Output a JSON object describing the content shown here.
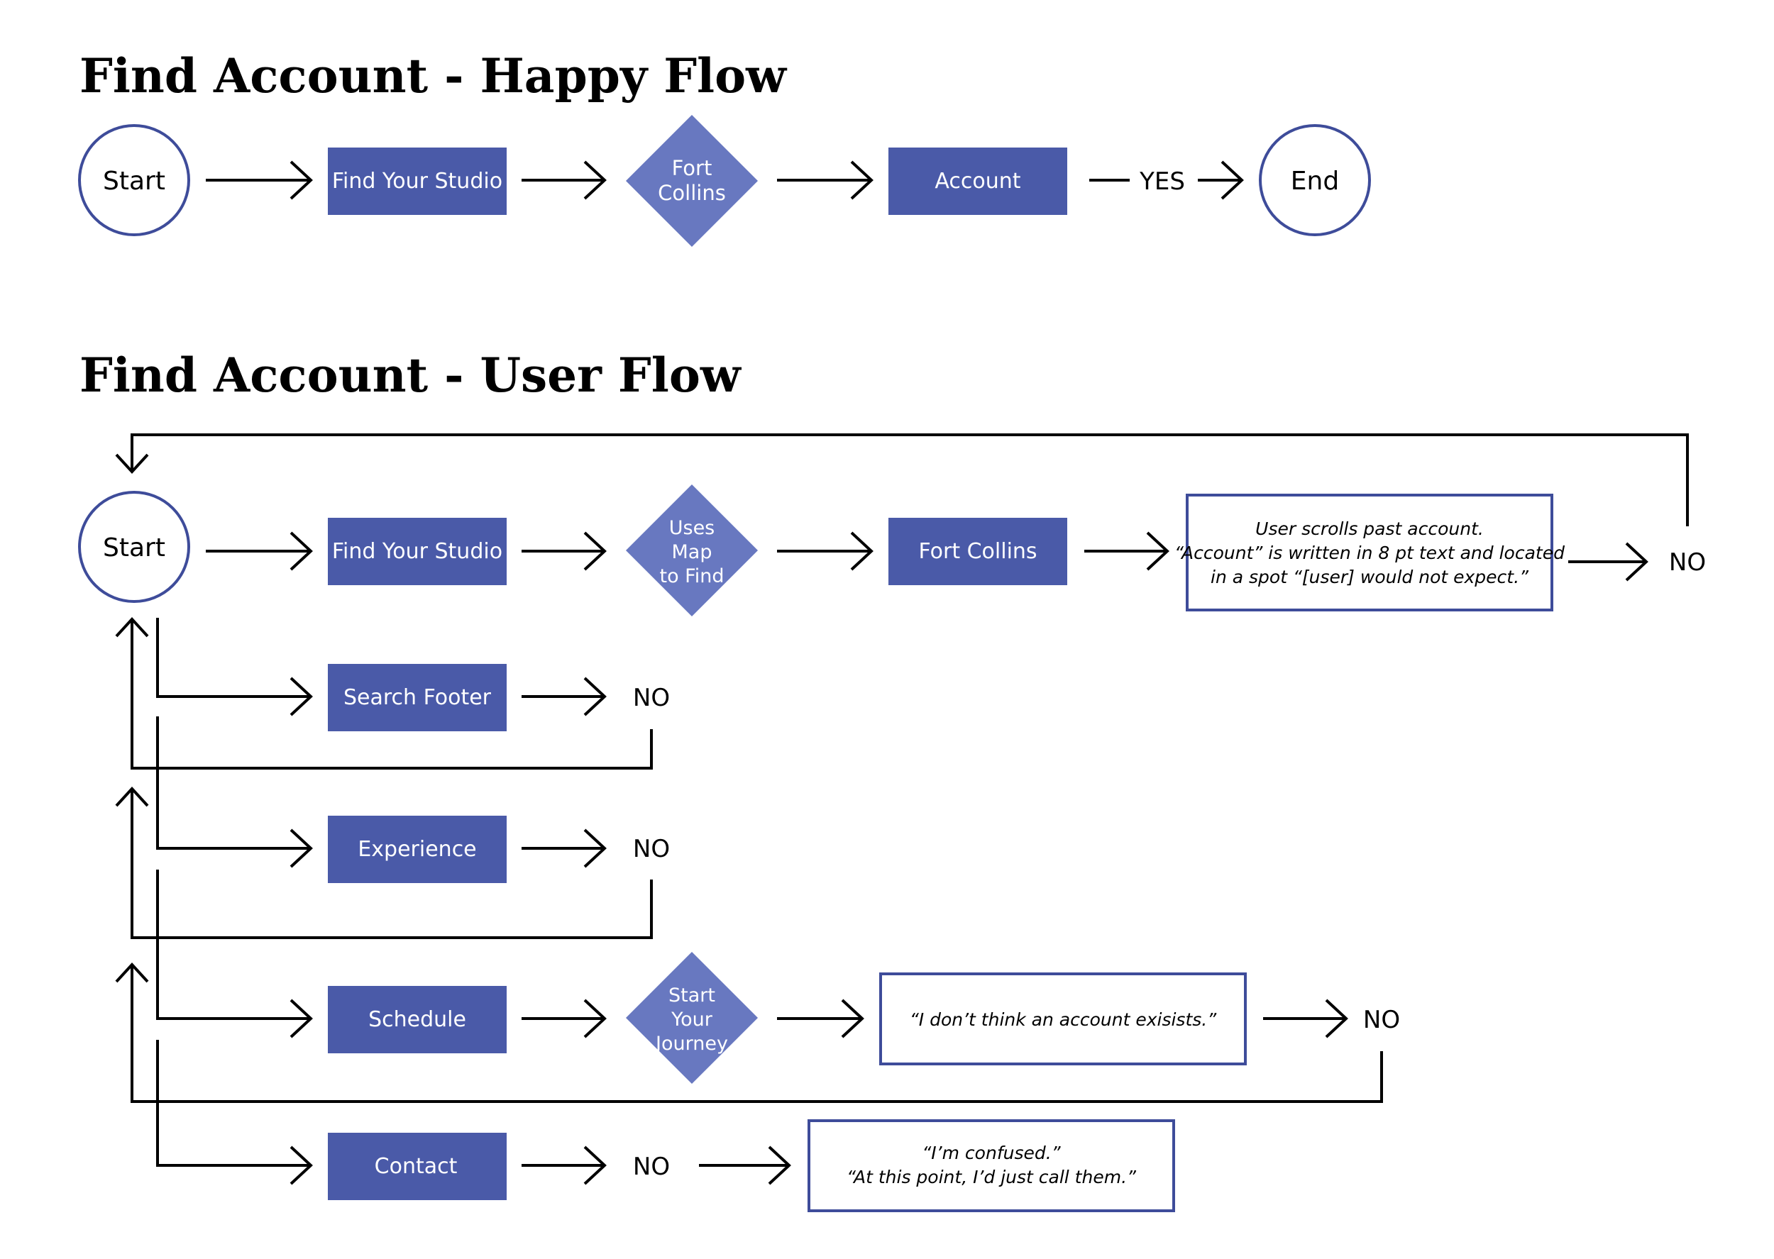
{
  "colors": {
    "box_fill": "#4a5aa8",
    "diamond_fill": "#6878c0",
    "outline": "#3e4c9a",
    "line": "#000000",
    "background": "#ffffff"
  },
  "happy_flow": {
    "title": "Find Account - Happy Flow",
    "start": "Start",
    "find_studio": "Find Your Studio",
    "decision": [
      "Fort",
      "Collins"
    ],
    "account": "Account",
    "yes": "YES",
    "end": "End"
  },
  "user_flow": {
    "title": "Find Account - User Flow",
    "start": "Start",
    "find_studio": "Find Your Studio",
    "decision_map": [
      "Uses",
      "Map",
      "to Find"
    ],
    "fort_collins": "Fort Collins",
    "note_scroll": [
      "User scrolls past account.",
      "“Account” is written in 8 pt text and located",
      "in a spot “[user] would not expect.”"
    ],
    "no_top": "NO",
    "search_footer": "Search Footer",
    "no_search": "NO",
    "experience": "Experience",
    "no_experience": "NO",
    "schedule": "Schedule",
    "decision_journey": [
      "Start",
      "Your",
      "Journey"
    ],
    "note_schedule": "“I don’t think an account exisists.”",
    "no_schedule": "NO",
    "contact": "Contact",
    "no_contact": "NO",
    "note_contact": [
      "“I’m confused.”",
      "“At this point, I’d just call them.”"
    ]
  }
}
